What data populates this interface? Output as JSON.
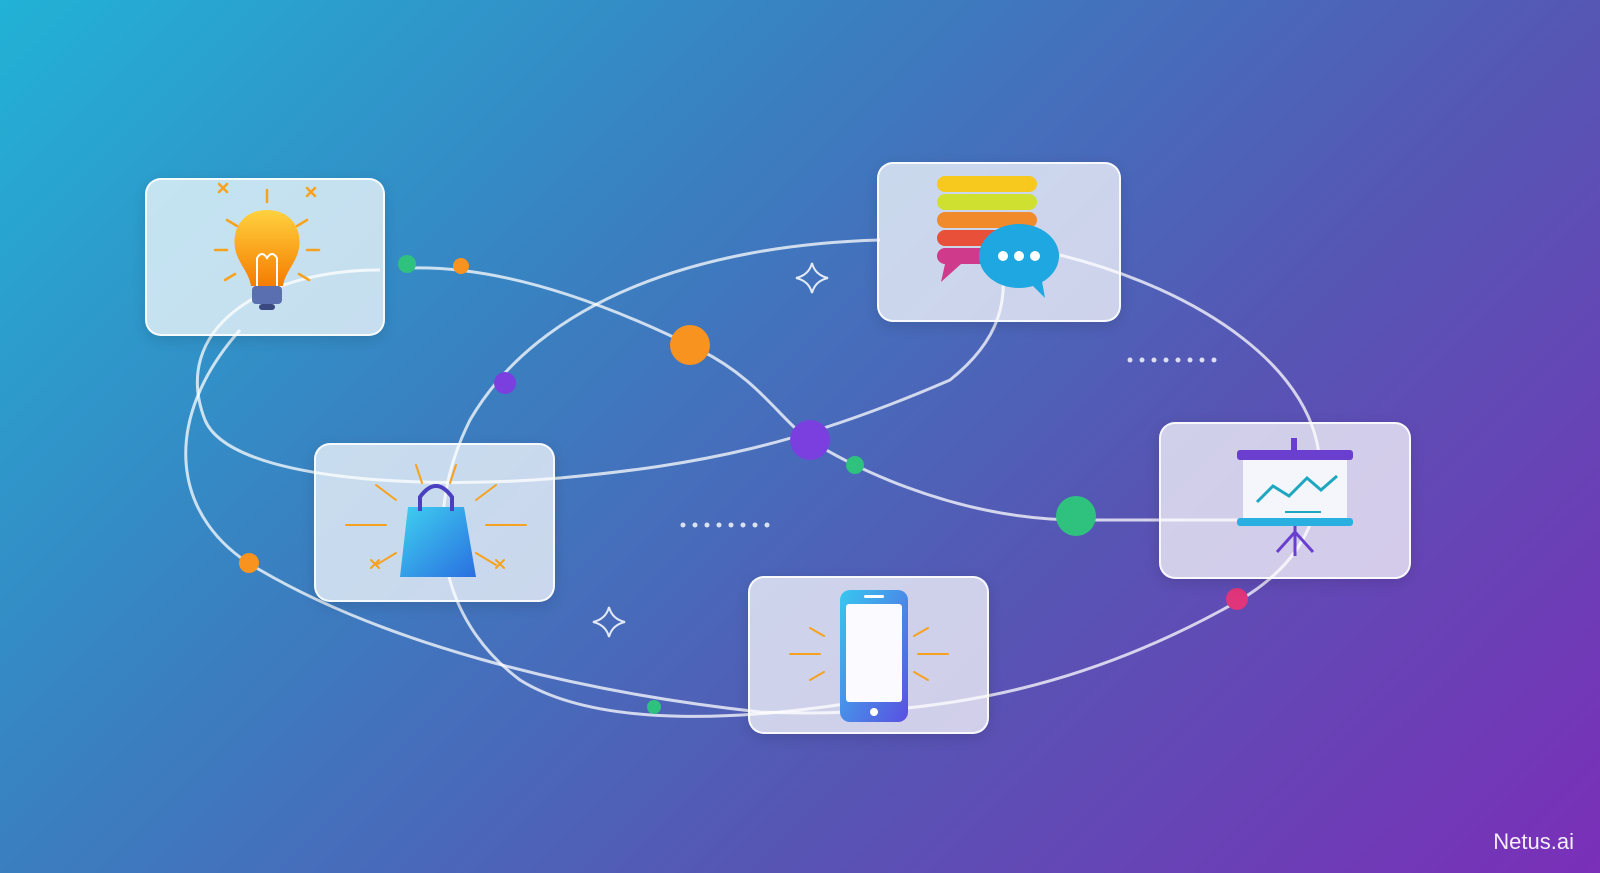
{
  "watermark": "Netus.ai",
  "cards": [
    {
      "name": "idea",
      "icon": "lightbulb-icon"
    },
    {
      "name": "messaging",
      "icon": "chat-bubbles-icon"
    },
    {
      "name": "shopping",
      "icon": "shopping-bag-icon"
    },
    {
      "name": "presentation",
      "icon": "presentation-chart-icon"
    },
    {
      "name": "mobile",
      "icon": "smartphone-icon"
    }
  ],
  "colors": {
    "orange": "#f7931e",
    "purple": "#7b3fe0",
    "green": "#2ec27e",
    "pink": "#e0357a"
  }
}
